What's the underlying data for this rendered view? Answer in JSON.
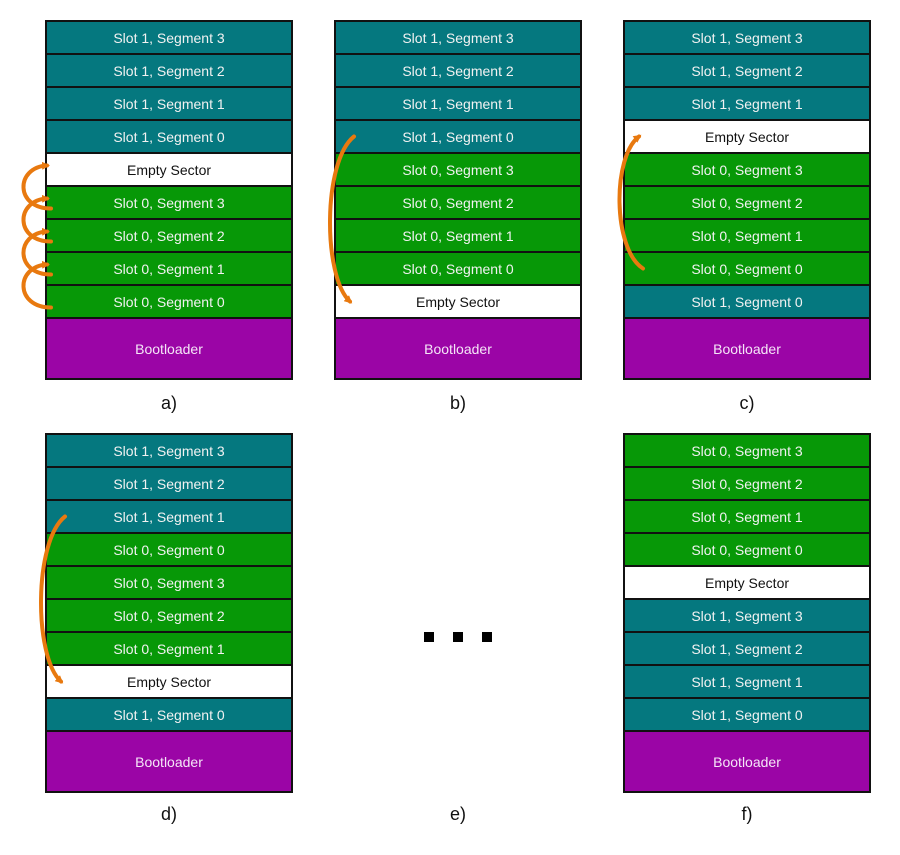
{
  "colors": {
    "slot1": "#05787f",
    "slot0": "#079807",
    "empty": "#ffffff",
    "bootloader": "#9b05a6",
    "arrow": "#e8790f"
  },
  "panels": [
    {
      "caption": "a)",
      "cells": [
        {
          "label": "Slot 1, Segment 3",
          "type": "slot1"
        },
        {
          "label": "Slot 1, Segment 2",
          "type": "slot1"
        },
        {
          "label": "Slot 1, Segment 1",
          "type": "slot1"
        },
        {
          "label": "Slot 1, Segment 0",
          "type": "slot1"
        },
        {
          "label": "Empty Sector",
          "type": "empty"
        },
        {
          "label": "Slot 0, Segment 3",
          "type": "slot0"
        },
        {
          "label": "Slot 0, Segment 2",
          "type": "slot0"
        },
        {
          "label": "Slot 0, Segment 1",
          "type": "slot0"
        },
        {
          "label": "Slot 0, Segment 0",
          "type": "slot0"
        },
        {
          "label": "Bootloader",
          "type": "boot"
        }
      ]
    },
    {
      "caption": "b)",
      "cells": [
        {
          "label": "Slot 1, Segment 3",
          "type": "slot1"
        },
        {
          "label": "Slot 1, Segment 2",
          "type": "slot1"
        },
        {
          "label": "Slot 1, Segment 1",
          "type": "slot1"
        },
        {
          "label": "Slot 1, Segment 0",
          "type": "slot1"
        },
        {
          "label": "Slot 0, Segment 3",
          "type": "slot0"
        },
        {
          "label": "Slot 0, Segment 2",
          "type": "slot0"
        },
        {
          "label": "Slot 0, Segment 1",
          "type": "slot0"
        },
        {
          "label": "Slot 0, Segment 0",
          "type": "slot0"
        },
        {
          "label": "Empty Sector",
          "type": "empty"
        },
        {
          "label": "Bootloader",
          "type": "boot"
        }
      ]
    },
    {
      "caption": "c)",
      "cells": [
        {
          "label": "Slot 1, Segment 3",
          "type": "slot1"
        },
        {
          "label": "Slot 1, Segment 2",
          "type": "slot1"
        },
        {
          "label": "Slot 1, Segment 1",
          "type": "slot1"
        },
        {
          "label": "Empty Sector",
          "type": "empty"
        },
        {
          "label": "Slot 0, Segment 3",
          "type": "slot0"
        },
        {
          "label": "Slot 0, Segment 2",
          "type": "slot0"
        },
        {
          "label": "Slot 0, Segment 1",
          "type": "slot0"
        },
        {
          "label": "Slot 0, Segment 0",
          "type": "slot0"
        },
        {
          "label": "Slot 1, Segment 0",
          "type": "slot1"
        },
        {
          "label": "Bootloader",
          "type": "boot"
        }
      ]
    },
    {
      "caption": "d)",
      "cells": [
        {
          "label": "Slot 1, Segment 3",
          "type": "slot1"
        },
        {
          "label": "Slot 1, Segment 2",
          "type": "slot1"
        },
        {
          "label": "Slot 1, Segment 1",
          "type": "slot1"
        },
        {
          "label": "Slot 0, Segment 0",
          "type": "slot0"
        },
        {
          "label": "Slot 0, Segment 3",
          "type": "slot0"
        },
        {
          "label": "Slot 0, Segment 2",
          "type": "slot0"
        },
        {
          "label": "Slot 0, Segment 1",
          "type": "slot0"
        },
        {
          "label": "Empty Sector",
          "type": "empty"
        },
        {
          "label": "Slot 1, Segment 0",
          "type": "slot1"
        },
        {
          "label": "Bootloader",
          "type": "boot"
        }
      ]
    },
    {
      "caption": "e)",
      "ellipsis": true,
      "cells": []
    },
    {
      "caption": "f)",
      "cells": [
        {
          "label": "Slot 0, Segment 3",
          "type": "slot0"
        },
        {
          "label": "Slot 0, Segment 2",
          "type": "slot0"
        },
        {
          "label": "Slot 0, Segment 1",
          "type": "slot0"
        },
        {
          "label": "Slot 0, Segment 0",
          "type": "slot0"
        },
        {
          "label": "Empty Sector",
          "type": "empty"
        },
        {
          "label": "Slot 1, Segment 3",
          "type": "slot1"
        },
        {
          "label": "Slot 1, Segment 2",
          "type": "slot1"
        },
        {
          "label": "Slot 1, Segment 1",
          "type": "slot1"
        },
        {
          "label": "Slot 1, Segment 0",
          "type": "slot1"
        },
        {
          "label": "Bootloader",
          "type": "boot"
        }
      ]
    }
  ],
  "moves": [
    {
      "panel": "a",
      "from_row": 5,
      "to_row": 4,
      "description": "Slot 0, Segment 3 moves up into Empty Sector"
    },
    {
      "panel": "a",
      "from_row": 6,
      "to_row": 5,
      "description": "Slot 0, Segment 2 moves up"
    },
    {
      "panel": "a",
      "from_row": 7,
      "to_row": 6,
      "description": "Slot 0, Segment 1 moves up"
    },
    {
      "panel": "a",
      "from_row": 8,
      "to_row": 7,
      "description": "Slot 0, Segment 0 moves up"
    },
    {
      "panel": "b",
      "from_row": 3,
      "to_row": 8,
      "description": "Slot 1, Segment 0 moves down into Empty Sector"
    },
    {
      "panel": "c",
      "from_row": 7,
      "to_row": 3,
      "description": "Slot 0, Segment 0 moves up into Empty Sector"
    },
    {
      "panel": "d",
      "from_row": 2,
      "to_row": 7,
      "description": "Slot 1, Segment 1 moves down into Empty Sector"
    }
  ]
}
